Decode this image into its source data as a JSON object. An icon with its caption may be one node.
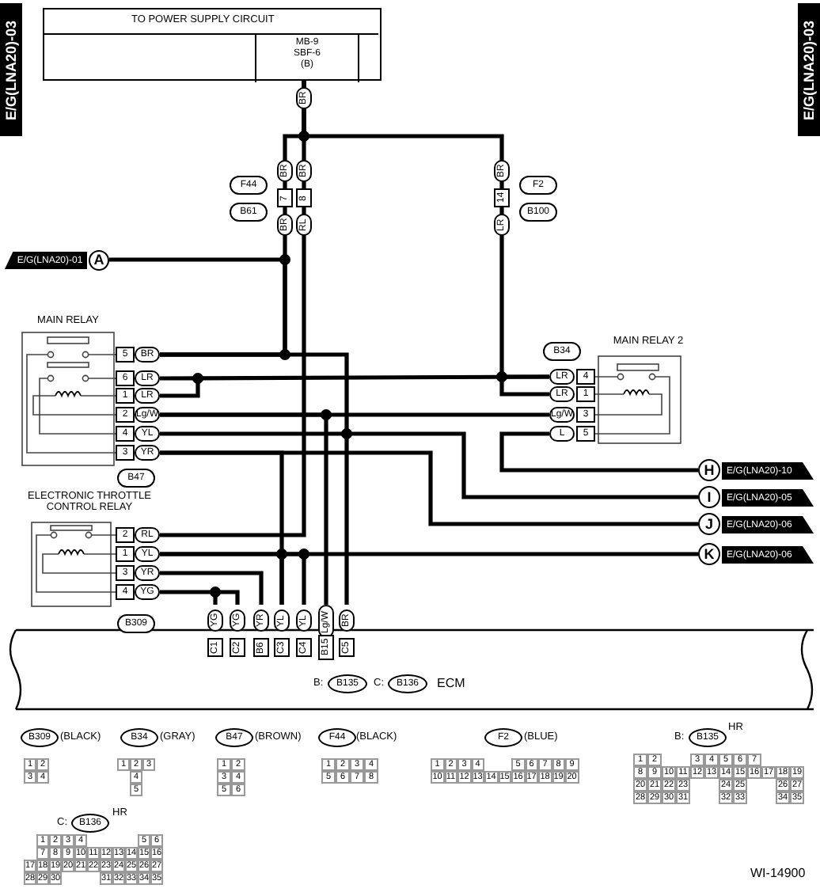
{
  "diagram": {
    "nodes": [
      {
        "text": [
          "TO POWER SUPPLY CIRCUIT"
        ]
      },
      {
        "text": [
          "MB-9 SBF-6 (B)"
        ],
        "in": 0
      },
      {
        "text": [
          "E/G(LNA20)-01",
          "A"
        ]
      },
      {
        "text": [
          "MAIN RELAY"
        ]
      },
      {
        "text": [
          "MAIN RELAY 2"
        ]
      },
      {
        "text": [
          "H",
          "E/G(LNA20)-10"
        ]
      },
      {
        "text": [
          "I",
          "E/G(LNA20)-05"
        ]
      },
      {
        "text": [
          "J",
          "E/G(LNA20)-06"
        ]
      },
      {
        "text": [
          "K",
          "E/G(LNA20)-06"
        ]
      },
      {
        "text": [
          "ELECTRONIC THROTTLE CONTROL RELAY"
        ]
      },
      {
        "text": [
          "B:",
          "B135",
          "C:",
          "B136",
          "ECM"
        ]
      },
      {
        "text": [
          "B309",
          "(BLACK)",
          "1",
          "2",
          "3",
          "4"
        ]
      },
      {
        "text": [
          "B34",
          "(GRAY)",
          "1",
          "2",
          "3",
          "4",
          "5"
        ]
      },
      {
        "text": [
          "B47",
          "(BROWN)",
          "1",
          "2",
          "3",
          "4",
          "5",
          "6"
        ]
      },
      {
        "text": [
          "F44",
          "(BLACK)",
          "1",
          "2",
          "3",
          "4",
          "5",
          "6",
          "7",
          "8"
        ]
      },
      {
        "text": [
          "F2",
          "(BLUE)",
          "1",
          "2",
          "3",
          "4",
          "5",
          "6",
          "7",
          "8",
          "9",
          "10",
          "11",
          "12",
          "13",
          "14",
          "15",
          "16",
          "17",
          "18",
          "19",
          "20"
        ]
      },
      {
        "text": [
          "B:",
          "B135",
          "HR",
          "1",
          "2",
          "3",
          "4",
          "5",
          "6",
          "7",
          "8",
          "9",
          "10",
          "11",
          "12",
          "13",
          "14",
          "15",
          "16",
          "17",
          "18",
          "19",
          "20",
          "21",
          "22",
          "23",
          "24",
          "25",
          "26",
          "27",
          "28",
          "29",
          "30",
          "31",
          "32",
          "33",
          "34",
          "35"
        ]
      },
      {
        "text": [
          "C:",
          "B136",
          "HR",
          "1",
          "2",
          "3",
          "4",
          "5",
          "6",
          "7",
          "8",
          "9",
          "10",
          "11",
          "12",
          "13",
          "14",
          "15",
          "16",
          "17",
          "18",
          "19",
          "20",
          "21",
          "22",
          "23",
          "24",
          "25",
          "26",
          "27",
          "28",
          "29",
          "30",
          "31",
          "32",
          "33",
          "34",
          "35"
        ]
      }
    ],
    "edges": [
      {
        "from": 1,
        "to": 3,
        "arrow": "none"
      },
      {
        "from": 1,
        "to": 4,
        "arrow": "none"
      },
      {
        "from": 1,
        "to": 9,
        "arrow": "none"
      },
      {
        "from": 2,
        "to": 3,
        "arrow": "none"
      },
      {
        "from": 3,
        "to": 10,
        "arrow": "none"
      },
      {
        "from": 3,
        "to": 4,
        "arrow": "none"
      },
      {
        "from": 3,
        "to": 4,
        "arrow": "none"
      },
      {
        "from": 3,
        "to": 10,
        "arrow": "none"
      },
      {
        "from": 3,
        "to": 6,
        "arrow": "none"
      },
      {
        "from": 3,
        "to": 7,
        "arrow": "none"
      },
      {
        "from": 3,
        "to": 10,
        "arrow": "none"
      },
      {
        "from": 4,
        "to": 5,
        "arrow": "none"
      },
      {
        "from": 9,
        "to": 8,
        "arrow": "none"
      },
      {
        "from": 9,
        "to": 10,
        "arrow": "none"
      },
      {
        "from": 9,
        "to": 10,
        "arrow": "none"
      },
      {
        "from": 9,
        "to": 10,
        "arrow": "none"
      }
    ],
    "labels": [
      "E/G(LNA20)-03",
      "E/G(LNA20)-03",
      "BR",
      "BR",
      "BR",
      "BR",
      "F44",
      "7",
      "8",
      "14",
      "F2",
      "B61",
      "B100",
      "BR",
      "RL",
      "LR",
      "5",
      "BR",
      "6",
      "LR",
      "1",
      "LR",
      "2",
      "Lg/W",
      "4",
      "YL",
      "3",
      "YR",
      "B47",
      "B34",
      "LR",
      "4",
      "LR",
      "1",
      "Lg/W",
      "3",
      "L",
      "5",
      "2",
      "RL",
      "1",
      "YL",
      "3",
      "YR",
      "4",
      "YG",
      "B309",
      "YG",
      "YG",
      "YR",
      "YL",
      "YL",
      "Lg/W",
      "BR",
      "C1",
      "C2",
      "B6",
      "C3",
      "C4",
      "B15",
      "C5",
      "WI-14900"
    ]
  }
}
